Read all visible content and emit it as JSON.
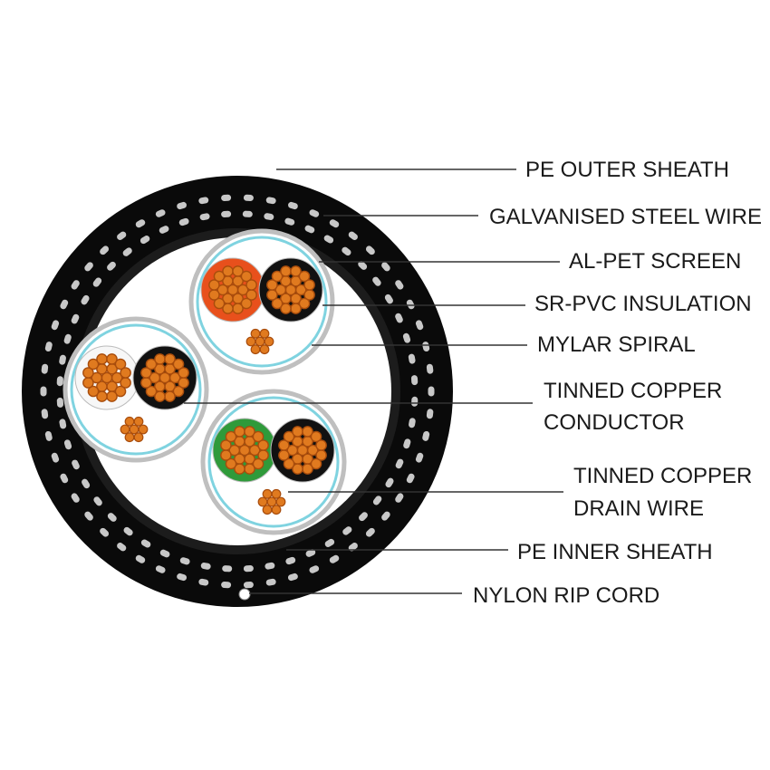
{
  "labels": [
    {
      "id": "pe-outer-sheath",
      "lines": [
        "PE OUTER SHEATH"
      ]
    },
    {
      "id": "galvanised-steel-wire",
      "lines": [
        "GALVANISED STEEL WIRE"
      ]
    },
    {
      "id": "al-pet-screen",
      "lines": [
        "AL-PET SCREEN"
      ]
    },
    {
      "id": "sr-pvc-insulation",
      "lines": [
        "SR-PVC INSULATION"
      ]
    },
    {
      "id": "mylar-spiral",
      "lines": [
        "MYLAR SPIRAL"
      ]
    },
    {
      "id": "tinned-copper-conductor",
      "lines": [
        "TINNED COPPER",
        "CONDUCTOR"
      ]
    },
    {
      "id": "tinned-copper-drain-wire",
      "lines": [
        "TINNED COPPER",
        "DRAIN WIRE"
      ]
    },
    {
      "id": "pe-inner-sheath",
      "lines": [
        "PE INNER SHEATH"
      ]
    },
    {
      "id": "nylon-rip-cord",
      "lines": [
        "NYLON RIP CORD"
      ]
    }
  ],
  "colors": {
    "sheath": "#0a0a0a",
    "inner_sheath": "#1c1c1c",
    "armour_wire": "#c8c8c8",
    "screen": "#bfbfbf",
    "mylar": "#7fd3e0",
    "copper": "#e07a1f",
    "copper_dark": "#a84c0c",
    "insulation_red": "#e8501c",
    "insulation_black": "#111111",
    "insulation_white": "#f7f7f7",
    "insulation_green": "#2f9a3a",
    "leader_line": "#333333"
  },
  "pairs": [
    {
      "id": "pair-top",
      "core_a": "insulation_red",
      "core_b": "insulation_black"
    },
    {
      "id": "pair-left",
      "core_a": "insulation_white",
      "core_b": "insulation_black"
    },
    {
      "id": "pair-bottom",
      "core_a": "insulation_green",
      "core_b": "insulation_black"
    }
  ]
}
